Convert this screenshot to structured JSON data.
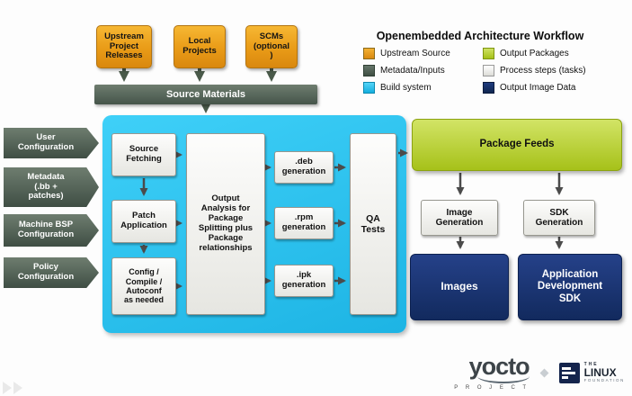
{
  "legend": {
    "title": "Openembedded Architecture Workflow",
    "items": [
      "Upstream Source",
      "Metadata/Inputs",
      "Build system",
      "Output Packages",
      "Process steps (tasks)",
      "Output Image Data"
    ]
  },
  "colors": {
    "upstream_source": "#e9a21d",
    "metadata_inputs": "#4a5a4c",
    "build_system": "#2bc3f1",
    "output_packages": "#bcd62f",
    "process_steps": "#ececea",
    "output_image_data": "#16316d"
  },
  "nodes": {
    "upstream_releases": "Upstream\nProject\nReleases",
    "local_projects": "Local\nProjects",
    "scms": "SCMs\n(optional\n)",
    "source_materials": "Source Materials",
    "user_config": "User\nConfiguration",
    "metadata": "Metadata\n(.bb +\npatches)",
    "machine_bsp": "Machine BSP\nConfiguration",
    "policy_config": "Policy\nConfiguration",
    "source_fetching": "Source\nFetching",
    "patch_application": "Patch\nApplication",
    "config_compile": "Config /\nCompile /\nAutoconf\nas needed",
    "output_analysis": "Output\nAnalysis for\nPackage\nSplitting plus\nPackage\nrelationships",
    "deb_generation": ".deb\ngeneration",
    "rpm_generation": ".rpm\ngeneration",
    "ipk_generation": ".ipk\ngeneration",
    "qa_tests": "QA\nTests",
    "package_feeds": "Package Feeds",
    "image_generation": "Image\nGeneration",
    "sdk_generation": "SDK\nGeneration",
    "images": "Images",
    "app_dev_sdk": "Application\nDevelopment\nSDK"
  },
  "footer": {
    "yocto_wordmark": "yocto",
    "yocto_subtitle": "P R O J E C T",
    "linux_the": "THE",
    "linux_name": "LINUX",
    "linux_sub": "FOUNDATION"
  }
}
